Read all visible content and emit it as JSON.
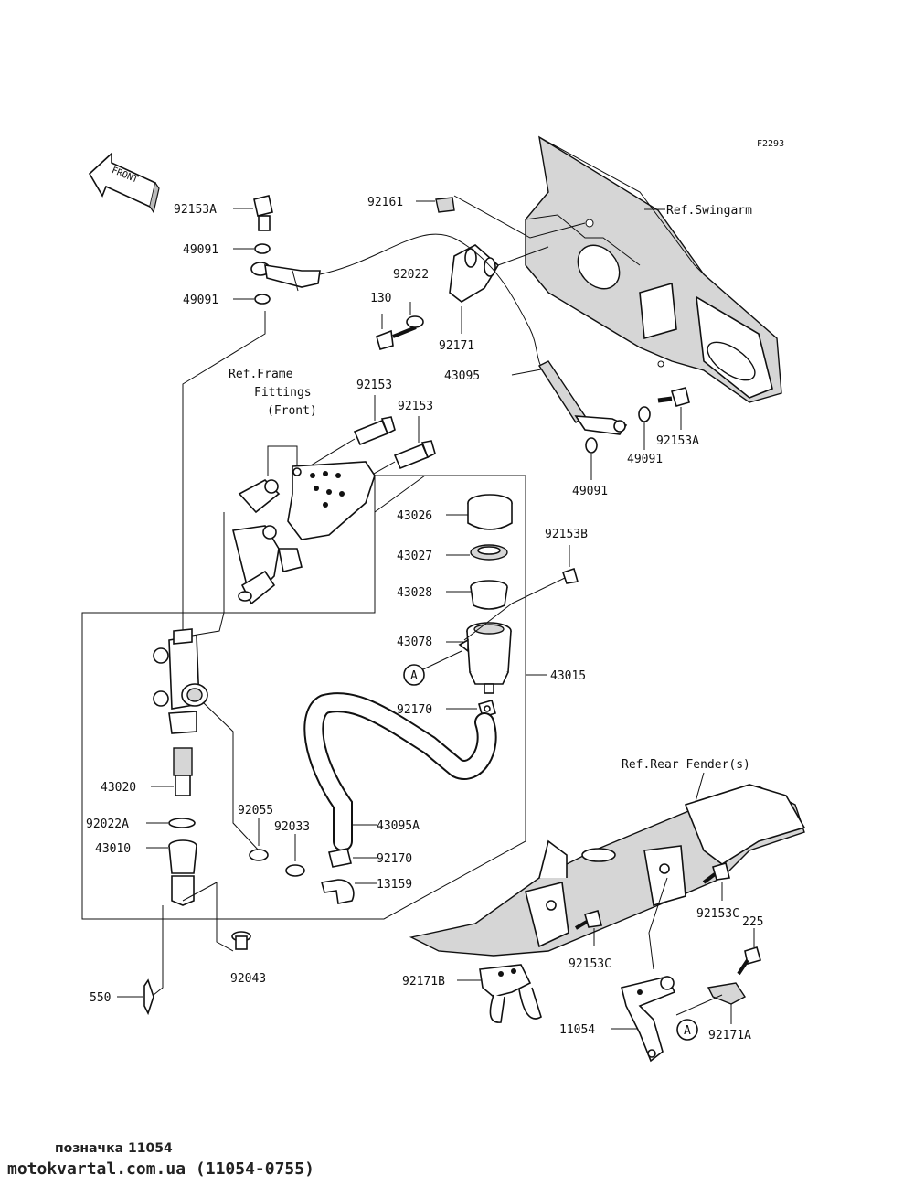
{
  "figure_code": "F2293",
  "front_arrow_label": "FRONT",
  "refs": {
    "swingarm": "Ref.Swingarm",
    "frame_line1": "Ref.Frame",
    "frame_line2": "Fittings",
    "frame_line3": "(Front)",
    "rear_fender": "Ref.Rear Fender(s)"
  },
  "callout_circle": "A",
  "parts": {
    "p92153A_top": "92153A",
    "p49091_a": "49091",
    "p49091_b": "49091",
    "p92161": "92161",
    "p92022": "92022",
    "p130": "130",
    "p92171": "92171",
    "p92153_a": "92153",
    "p92153_b": "92153",
    "p43095": "43095",
    "p92153A_right": "92153A",
    "p49091_c": "49091",
    "p49091_d": "49091",
    "p43026": "43026",
    "p43027": "43027",
    "p43028": "43028",
    "p92153B": "92153B",
    "p43078": "43078",
    "p43015": "43015",
    "p92170_a": "92170",
    "p43020": "43020",
    "p92022A": "92022A",
    "p43010": "43010",
    "p92055": "92055",
    "p92033": "92033",
    "p43095A": "43095A",
    "p92170_b": "92170",
    "p13159": "13159",
    "p92043": "92043",
    "p550": "550",
    "p92153C_a": "92153C",
    "p92153C_b": "92153C",
    "p225": "225",
    "p92171B": "92171B",
    "p11054": "11054",
    "p92171A": "92171A"
  },
  "footer": {
    "title": "позначка 11054",
    "url": "motokvartal.com.ua (11054-0755)"
  }
}
